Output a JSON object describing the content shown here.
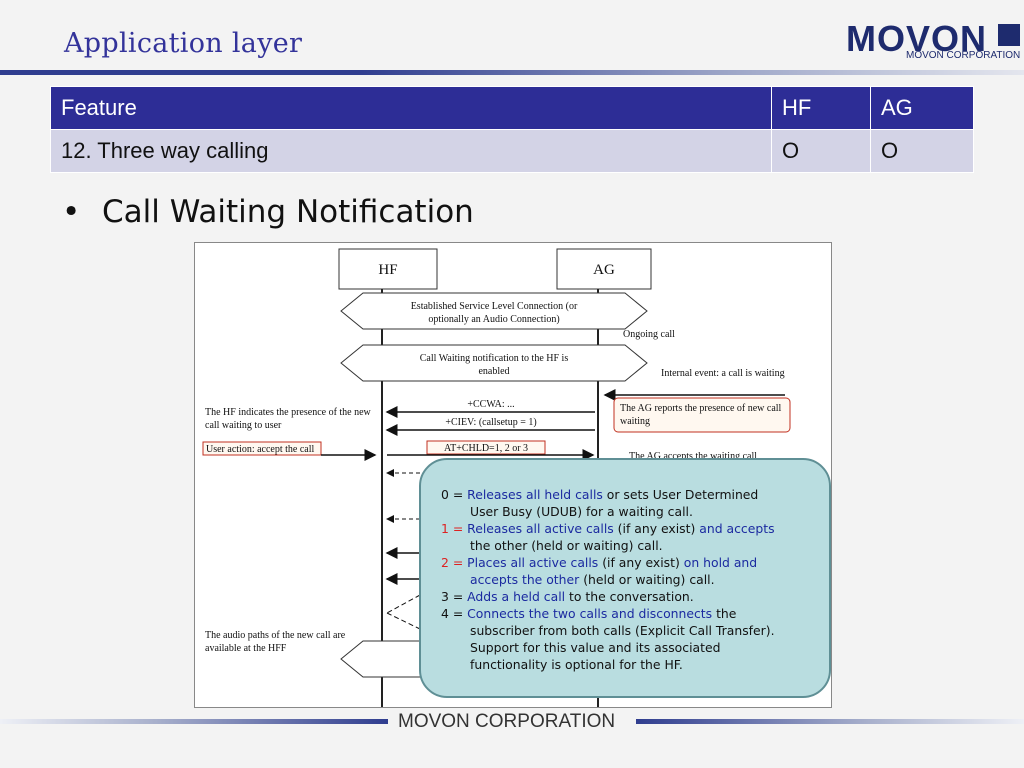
{
  "slide": {
    "title": "Application layer"
  },
  "logo": {
    "word": "MOVON",
    "subtitle": "MOVON CORPORATION",
    "brand_color": "#1e2b6e"
  },
  "table": {
    "headers": [
      "Feature",
      "HF",
      "AG"
    ],
    "row": [
      "12. Three way calling",
      "O",
      "O"
    ]
  },
  "bullet": {
    "marker": "•",
    "text": "Call Waiting Notification"
  },
  "diagram": {
    "hf": "HF",
    "ag": "AG",
    "slc": [
      "Established Service Level Connection (or",
      "optionally an Audio Connection)"
    ],
    "ongoing": "Ongoing call",
    "cw_enabled": [
      "Call Waiting notification to the HF is",
      "enabled"
    ],
    "internal_event": "Internal event: a call is waiting",
    "ccwa": "+CCWA: ...",
    "ciev": "+CIEV: (callsetup = 1)",
    "hf_indicates": [
      "The HF indicates the presence of the new",
      "call waiting to user"
    ],
    "ag_reports": [
      "The AG reports the presence of new call",
      "waiting"
    ],
    "user_action": "User action: accept the call",
    "chld": "AT+CHLD=1, 2 or 3",
    "ag_accepts": "The AG accepts the waiting call",
    "audio_paths": [
      "The audio paths of the new call are",
      "available at the HFF"
    ]
  },
  "note": {
    "l1": {
      "n": "0 = ",
      "blue": "Releases all held calls",
      "rest": " or sets User Determined"
    },
    "l2": "User Busy (UDUB) for a waiting call.",
    "l3": {
      "n": "1 = ",
      "blue": "Releases all active calls",
      "mid": " (if any exist) ",
      "blue2": "and accepts"
    },
    "l4": "the other (held or waiting) call.",
    "l5": {
      "n": "2 = ",
      "blue": "Places all active calls",
      "mid": " (if any exist) ",
      "blue2": "on hold and"
    },
    "l6": {
      "blue": "accepts the other",
      "rest": " (held or waiting) call."
    },
    "l7": {
      "n": "3 = ",
      "blue": "Adds a held call",
      "rest": " to the conversation."
    },
    "l8": {
      "n": "4 = ",
      "blue": "Connects the two calls and disconnects",
      "rest": " the"
    },
    "l9": "subscriber from both calls (Explicit Call Transfer).",
    "l10": "Support for this value and its associated",
    "l11": "functionality is optional for the HF."
  },
  "footer": {
    "text": "MOVON CORPORATION"
  },
  "colors": {
    "title": "#33339a",
    "header_bg": "#2d2d96",
    "row_bg": "#d3d3e6",
    "note_bg": "#b9dde0",
    "highlight_red": "#d22",
    "highlight_blue": "#1b2aa0"
  }
}
